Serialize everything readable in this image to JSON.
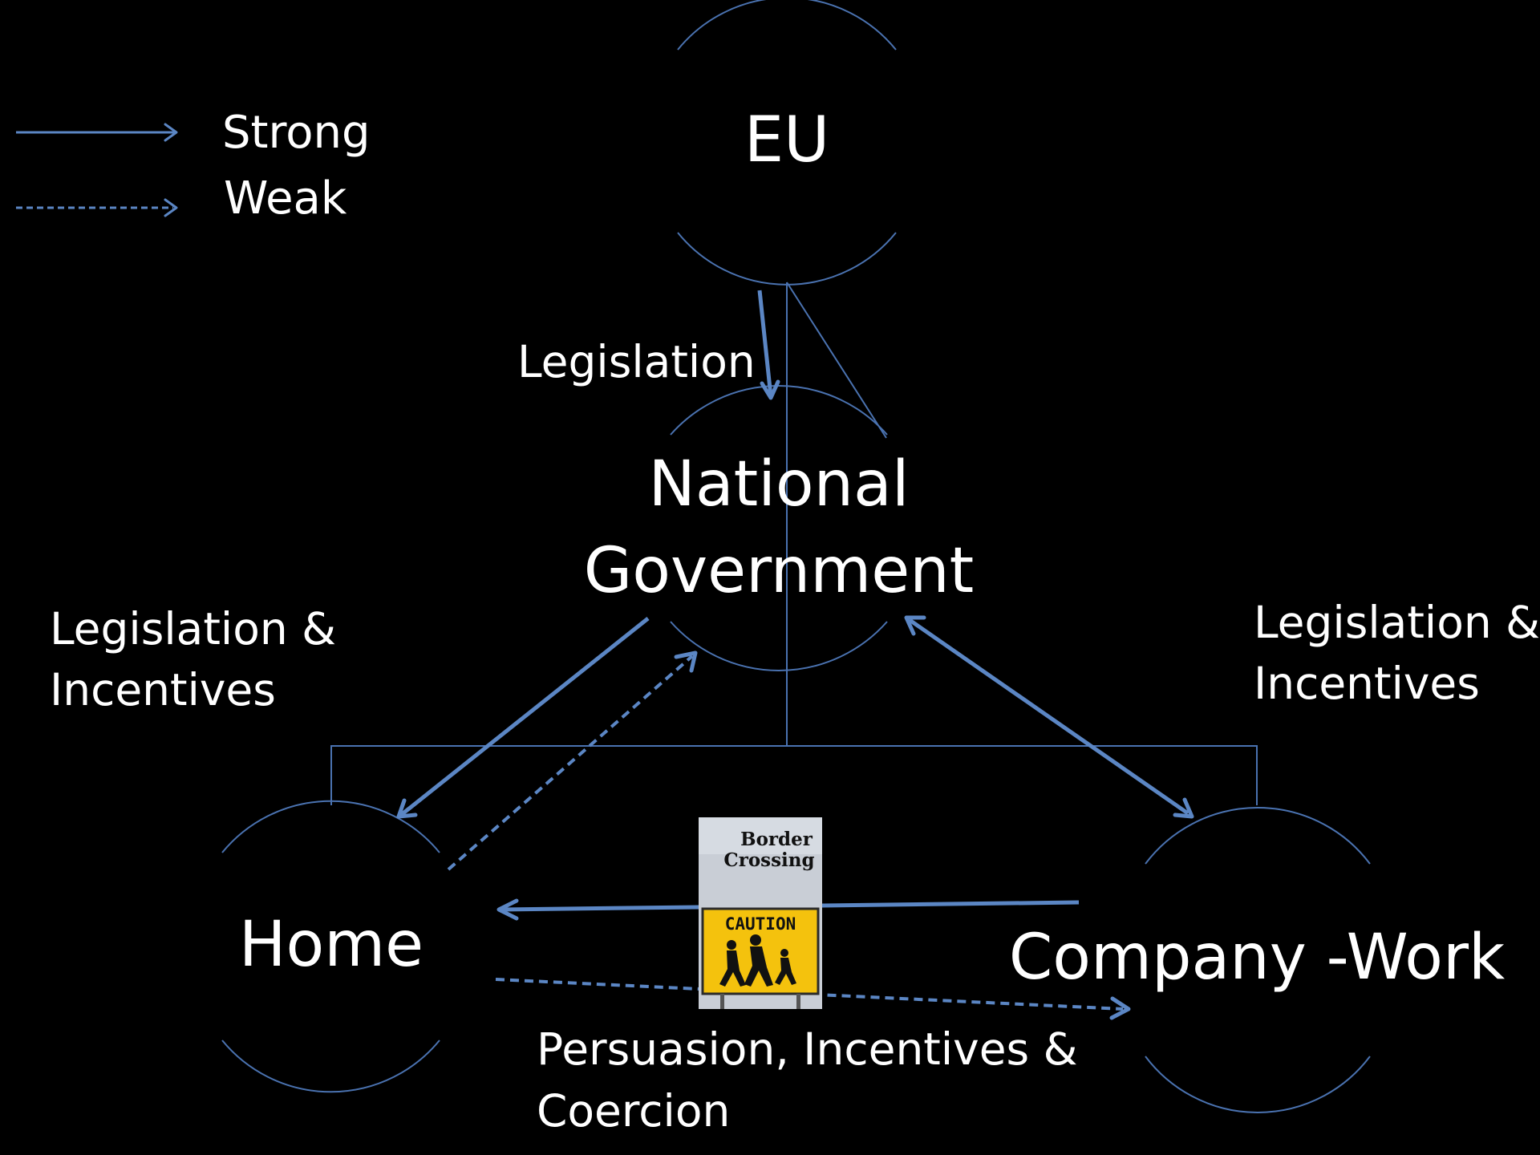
{
  "legend": {
    "strong_label": "Strong",
    "weak_label": "Weak"
  },
  "nodes": {
    "eu": "EU",
    "national_line1": "National",
    "national_line2": "Government",
    "home": "Home",
    "company": "Company -Work"
  },
  "edge_labels": {
    "eu_to_national": "Legislation",
    "national_home_line1": "Legislation &",
    "national_home_line2": "Incentives",
    "national_company_line1": "Legislation &",
    "national_company_line2": "Incentives",
    "company_home_line1": "Persuasion, Incentives &",
    "company_home_line2": "Coercion"
  },
  "sign": {
    "title_line1": "Border",
    "title_line2": "Crossing",
    "caution": "CAUTION"
  },
  "colors": {
    "background": "#000000",
    "line": "#4a72b0",
    "arrow": "#5b86c4",
    "text": "#ffffff",
    "sign_yellow": "#f4c20d"
  }
}
